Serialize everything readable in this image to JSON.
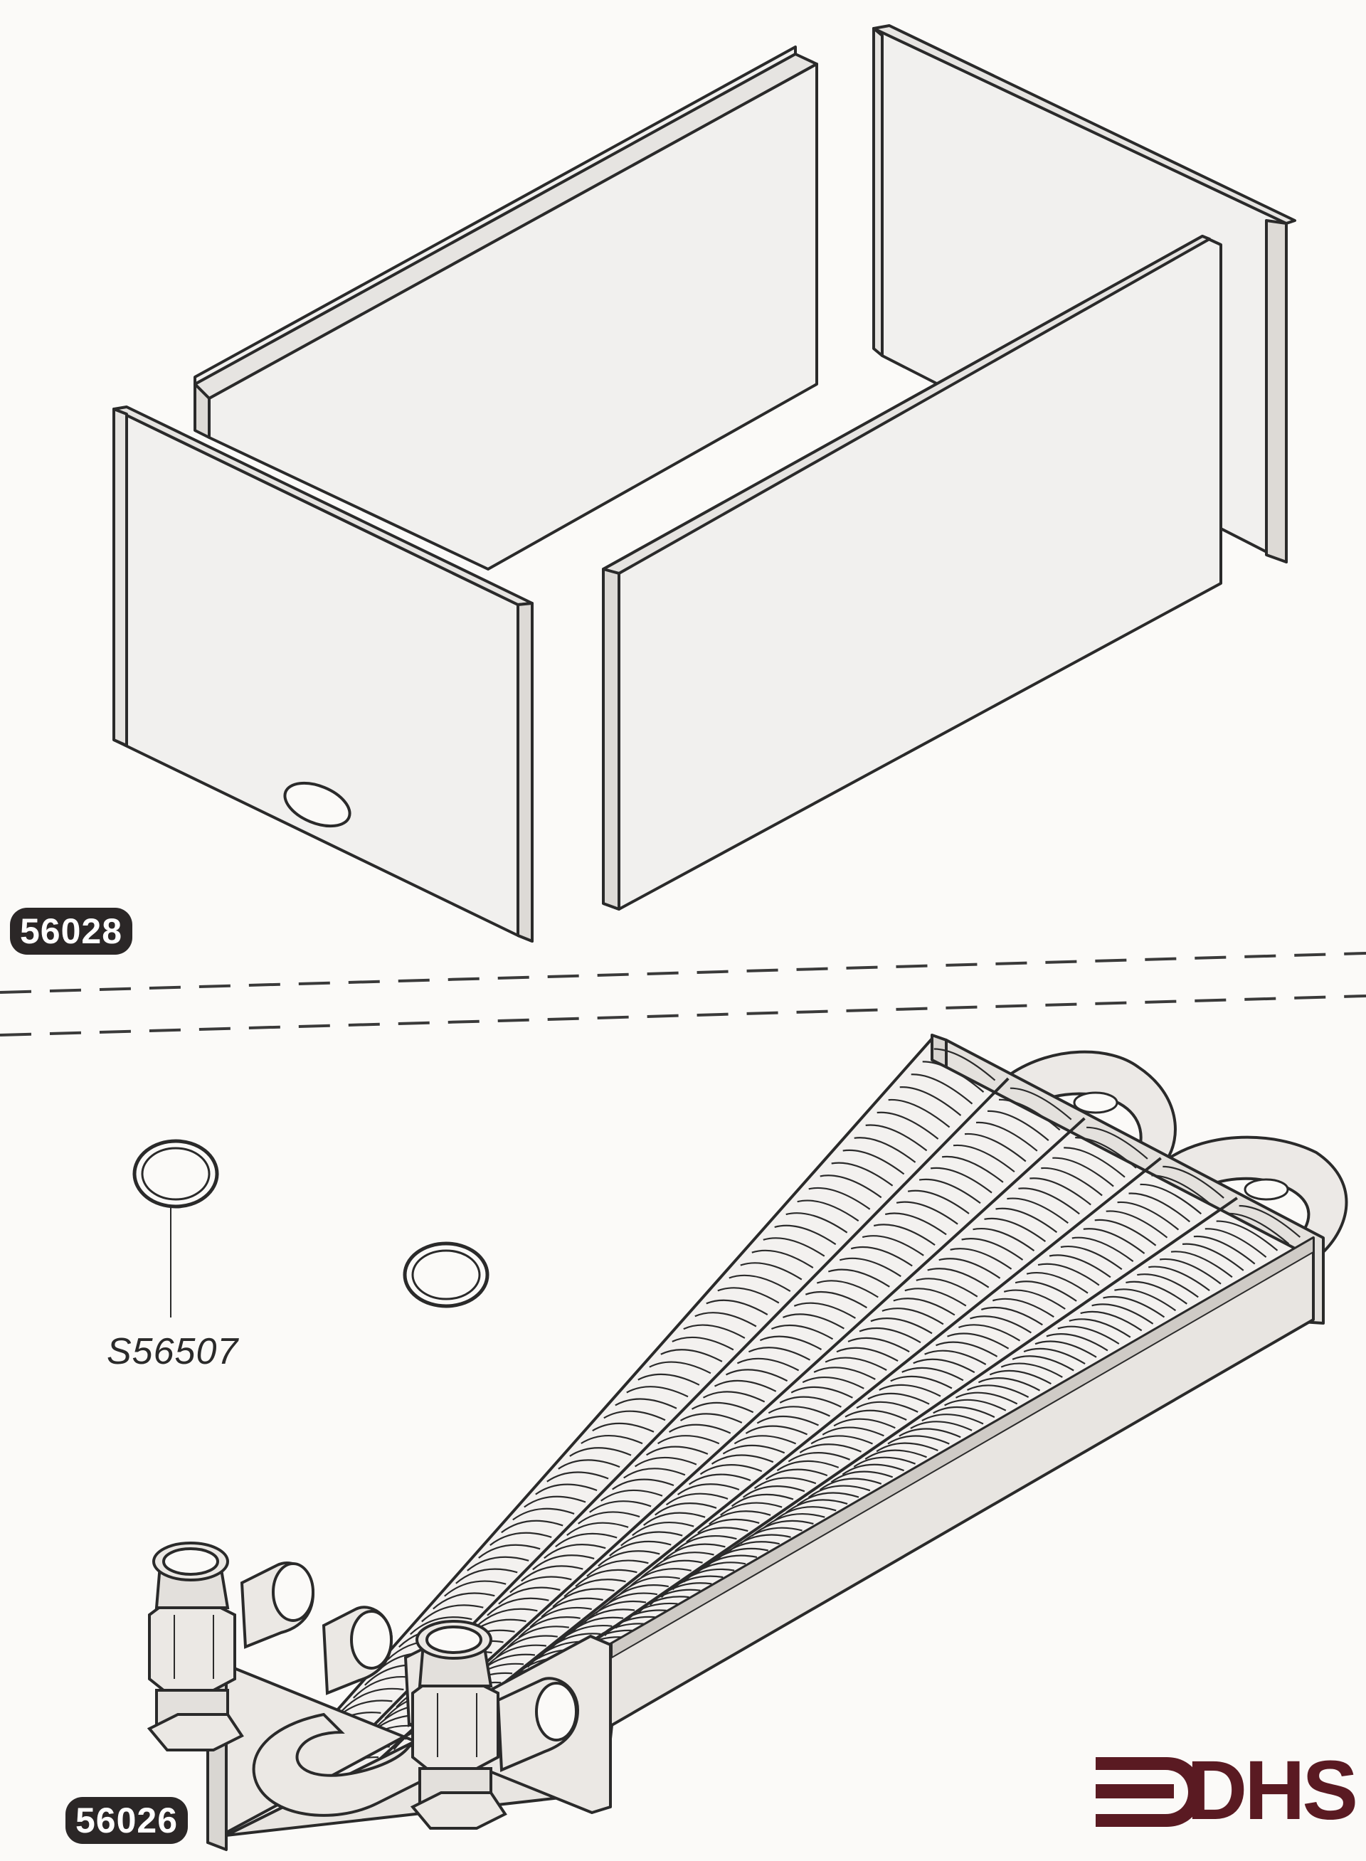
{
  "parts": {
    "insulation_panels_code": "56028",
    "heat_exchanger_code": "56026",
    "o_ring_code": "S56507"
  },
  "logo": {
    "text": "DHS",
    "color": "#5a1a22"
  },
  "colors": {
    "line": "#2a2a2a",
    "panel_fill": "#f1f0ee",
    "badge": "#2b2727"
  }
}
